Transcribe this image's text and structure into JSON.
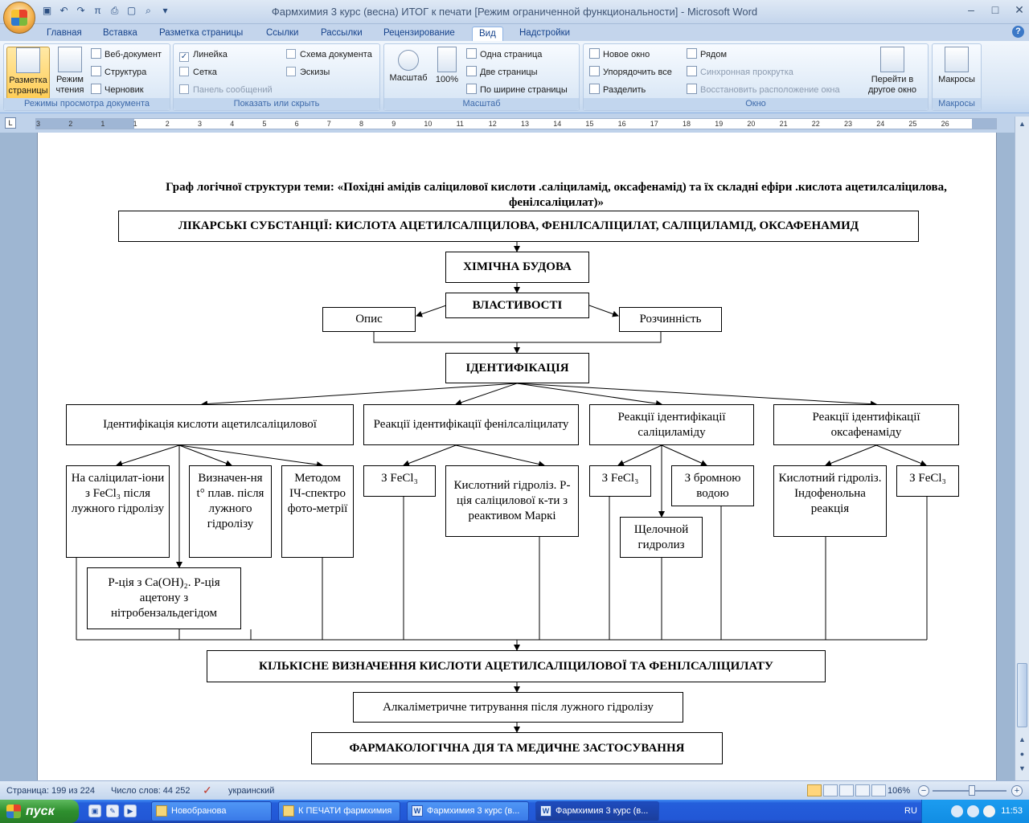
{
  "window": {
    "title": "Фармхимия 3 курс (весна) ИТОГ к печати [Режим ограниченной функциональности] - Microsoft Word",
    "controls": [
      "minimize-icon",
      "maximize-icon",
      "close-icon"
    ]
  },
  "qat": {
    "icons": [
      "save-icon",
      "undo-icon",
      "redo-icon",
      "equation-icon",
      "print-icon",
      "new-document-icon",
      "print-preview-icon",
      "customize-icon"
    ]
  },
  "ribbon_tabs": [
    "Главная",
    "Вставка",
    "Разметка страницы",
    "Ссылки",
    "Рассылки",
    "Рецензирование",
    "Вид",
    "Надстройки"
  ],
  "active_tab": "Вид",
  "groups": {
    "views": {
      "label": "Режимы просмотра документа",
      "print_layout": "Разметка страницы",
      "reading": "Режим чтения",
      "web": "Веб-документ",
      "outline": "Структура",
      "draft": "Черновик"
    },
    "show": {
      "label": "Показать или скрыть",
      "ruler": "Линейка",
      "gridlines": "Сетка",
      "message_bar": "Панель сообщений",
      "doc_map": "Схема документа",
      "thumbnails": "Эскизы"
    },
    "zoom": {
      "label": "Масштаб",
      "zoom": "Масштаб",
      "percent": "100%",
      "one_page": "Одна страница",
      "two_pages": "Две страницы",
      "page_width": "По ширине страницы"
    },
    "window": {
      "label": "Окно",
      "new_window": "Новое окно",
      "arrange_all": "Упорядочить все",
      "split": "Разделить",
      "side_by_side": "Рядом",
      "sync_scroll": "Синхронная прокрутка",
      "reset_position": "Восстановить расположение окна",
      "switch_windows": "Перейти в другое окно"
    },
    "macros": {
      "label": "Макросы",
      "macros": "Макросы"
    }
  },
  "ruler": {
    "numbers": [
      "3",
      "2",
      "1",
      "1",
      "2",
      "3",
      "4",
      "5",
      "6",
      "7",
      "8",
      "9",
      "10",
      "11",
      "12",
      "13",
      "14",
      "15",
      "16",
      "17",
      "18",
      "19",
      "20",
      "21",
      "22",
      "23",
      "24",
      "25",
      "26"
    ]
  },
  "diagram": {
    "heading": "Граф логічної структури теми: «Похідні амідів саліцилової кислоти .саліциламід, оксафенамід) та їх складні ефіри .кислота ацетилсаліцилова, фенілсаліцилат)»",
    "substances": "ЛІКАРСЬКІ СУБСТАНЦІЇ: КИСЛОТА  АЦЕТИЛСАЛІЦИЛОВА, ФЕНІЛСАЛІЦИЛАТ, САЛІЦИЛАМІД, ОКСАФЕНАМИД",
    "structure": "ХІМІЧНА БУДОВА",
    "properties": "ВЛАСТИВОСТІ",
    "description": "Опис",
    "solubility": "Розчинність",
    "identification": "ІДЕНТИФІКАЦІЯ",
    "id_acid": "Ідентифікація кислоти ацетилсаліцилової",
    "id_phenyl": "Реакції ідентифікації фенілсаліцилату",
    "id_salicylamide": "Реакції ідентифікації саліциламіду",
    "id_oxafenamide": "Реакції ідентифікації оксафенаміду",
    "acid_fecl3": "На саліцилат-іони з FeCl₃ після лужного гідролізу",
    "acid_melting": "Визначен-ня  t° плав. після лужного гідролізу",
    "acid_ir": "Методом ІЧ-спектро фото-метрії",
    "acid_caoh2": "Р-ція з Са(ОН)₂. Р-ція ацетону з нітробензальдегідом",
    "phenyl_fecl3": "З FeCl₃",
    "phenyl_hydrolysis": "Кислотний гідроліз. Р-ція саліцилової к-ти з реактивом Маркі",
    "sal_fecl3": "З FeCl₃",
    "sal_alkaline": "Щелочной гидролиз",
    "sal_bromine": "З бромною водою",
    "oxa_hydrolysis": "Кислотний гідроліз. Індофенольна реакція",
    "oxa_fecl3": "З FeCl₃",
    "quantitative": "КІЛЬКІСНЕ ВИЗНАЧЕННЯ КИСЛОТИ АЦЕТИЛСАЛІЦИЛОВОЇ  ТА ФЕНІЛСАЛІЦИЛАТУ",
    "titration": "Алкаліметричне титрування після лужного гідролізу",
    "pharmacology": "ФАРМАКОЛОГІЧНА ДІЯ ТА МЕДИЧНЕ ЗАСТОСУВАННЯ"
  },
  "status": {
    "page": "Страница: 199 из 224",
    "words": "Число слов: 44 252",
    "language": "украинский",
    "zoom": "106%"
  },
  "taskbar": {
    "start": "пуск",
    "tasks": [
      "Новобранова",
      "К ПЕЧАТИ фармхимия",
      "Фармхимия 3 курс (в...",
      "Фармхимия 3 курс (в..."
    ],
    "lang": "RU",
    "clock": "11:53"
  }
}
